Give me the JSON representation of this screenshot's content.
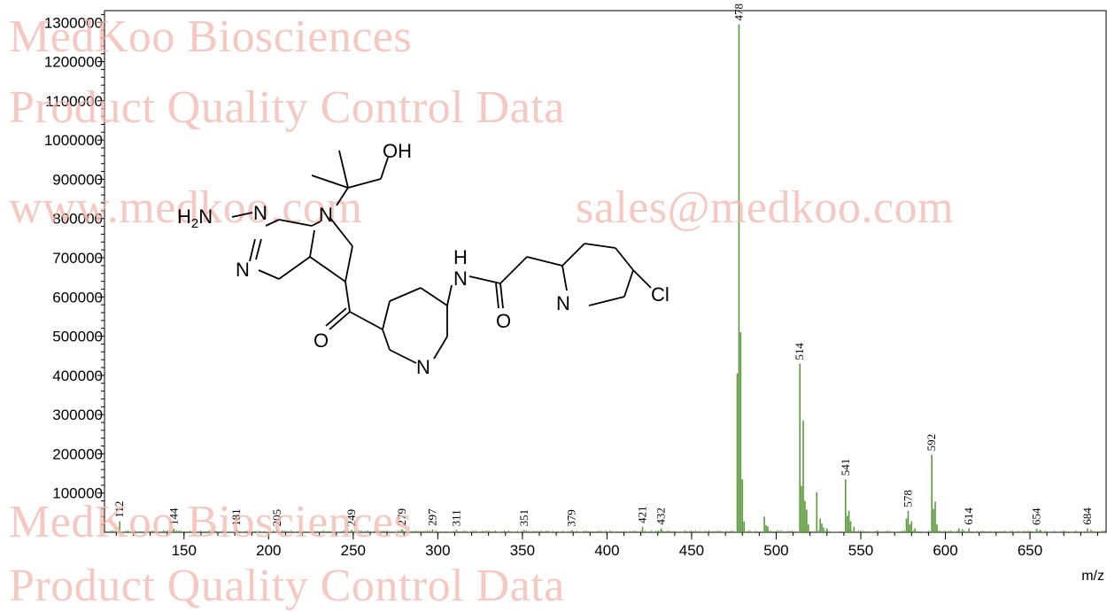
{
  "watermark": {
    "company": "MedKoo Biosciences",
    "subtitle": "Product Quality Control Data",
    "website": "www.medkoo.com",
    "email": "sales@medkoo.com",
    "bottom_company": "MedKoo Biosciences",
    "bottom_subtitle": "Product Quality Control Data",
    "color": "#f2b6ae"
  },
  "structure": {
    "atoms": {
      "oh": "OH",
      "nh2": "H2N",
      "n1": "N",
      "n2": "N",
      "n3": "N",
      "n4": "N",
      "nh": "H",
      "n5": "N",
      "o1": "O",
      "o2": "O",
      "n6": "N",
      "cl": "Cl"
    }
  },
  "chart_data": {
    "type": "bar",
    "title": "",
    "xlabel": "m/z",
    "ylabel": "",
    "xlim": [
      103,
      695
    ],
    "ylim": [
      0,
      1330000
    ],
    "x_ticks": [
      150,
      200,
      250,
      300,
      350,
      400,
      450,
      500,
      550,
      600,
      650
    ],
    "y_ticks": [
      100000,
      200000,
      300000,
      400000,
      500000,
      600000,
      700000,
      800000,
      900000,
      1000000,
      1100000,
      1200000,
      1300000
    ],
    "bar_color": "#5a9a3c",
    "peaks": [
      {
        "x": 112,
        "y": 28000,
        "label": "112"
      },
      {
        "x": 144,
        "y": 9000,
        "label": "144"
      },
      {
        "x": 181,
        "y": 7000,
        "label": "181"
      },
      {
        "x": 205,
        "y": 6000,
        "label": "205"
      },
      {
        "x": 249,
        "y": 6000,
        "label": "249"
      },
      {
        "x": 279,
        "y": 8000,
        "label": "279"
      },
      {
        "x": 297,
        "y": 7000,
        "label": "297"
      },
      {
        "x": 311,
        "y": 6000,
        "label": "311"
      },
      {
        "x": 351,
        "y": 6000,
        "label": "351"
      },
      {
        "x": 379,
        "y": 5000,
        "label": "379"
      },
      {
        "x": 421,
        "y": 14000,
        "label": "421"
      },
      {
        "x": 432,
        "y": 10000,
        "label": "432"
      },
      {
        "x": 478,
        "y": 1295000,
        "label": "478"
      },
      {
        "x": 514,
        "y": 430000,
        "label": "514"
      },
      {
        "x": 541,
        "y": 135000,
        "label": "541"
      },
      {
        "x": 578,
        "y": 55000,
        "label": "578"
      },
      {
        "x": 592,
        "y": 198000,
        "label": "592"
      },
      {
        "x": 614,
        "y": 10000,
        "label": "614"
      },
      {
        "x": 654,
        "y": 9000,
        "label": "654"
      },
      {
        "x": 684,
        "y": 10000,
        "label": "684"
      },
      {
        "x": 477,
        "y": 405000
      },
      {
        "x": 479,
        "y": 510000
      },
      {
        "x": 480,
        "y": 135000
      },
      {
        "x": 481,
        "y": 28000
      },
      {
        "x": 493,
        "y": 40000
      },
      {
        "x": 494,
        "y": 18000
      },
      {
        "x": 495,
        "y": 15000
      },
      {
        "x": 515,
        "y": 118000
      },
      {
        "x": 516,
        "y": 285000
      },
      {
        "x": 517,
        "y": 80000
      },
      {
        "x": 518,
        "y": 58000
      },
      {
        "x": 519,
        "y": 20000
      },
      {
        "x": 524,
        "y": 102000
      },
      {
        "x": 526,
        "y": 35000
      },
      {
        "x": 527,
        "y": 22000
      },
      {
        "x": 528,
        "y": 12000
      },
      {
        "x": 530,
        "y": 10000
      },
      {
        "x": 542,
        "y": 42000
      },
      {
        "x": 543,
        "y": 55000
      },
      {
        "x": 544,
        "y": 28000
      },
      {
        "x": 546,
        "y": 14000
      },
      {
        "x": 577,
        "y": 35000
      },
      {
        "x": 579,
        "y": 20000
      },
      {
        "x": 580,
        "y": 28000
      },
      {
        "x": 582,
        "y": 10000
      },
      {
        "x": 593,
        "y": 60000
      },
      {
        "x": 594,
        "y": 78000
      },
      {
        "x": 595,
        "y": 20000
      },
      {
        "x": 608,
        "y": 10000
      },
      {
        "x": 610,
        "y": 8000
      },
      {
        "x": 656,
        "y": 6000
      },
      {
        "x": 686,
        "y": 6000
      }
    ]
  }
}
